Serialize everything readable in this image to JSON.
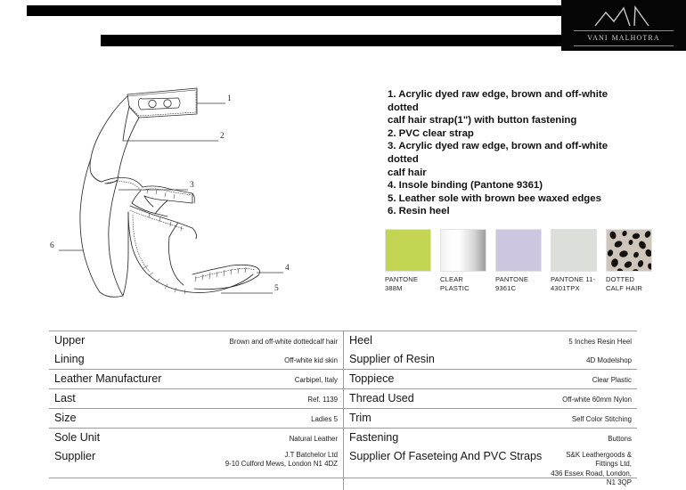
{
  "header": {
    "brand_name": "VANI MALHOTRA",
    "logo_mark": "zigzag-chevron-mark",
    "bar_color": "#000000"
  },
  "drawing": {
    "title": "shoe-technical-sketch",
    "callouts": [
      "1",
      "2",
      "3",
      "4",
      "5",
      "6"
    ]
  },
  "spec_list": {
    "items": [
      "1. Acrylic dyed raw edge, brown and off-white dotted",
      "calf hair strap(1\") with button fastening",
      "2. PVC clear strap",
      "3. Acrylic dyed raw edge, brown and off-white dotted",
      "calf hair",
      "4. Insole binding (Pantone 9361)",
      "5. Leather sole with brown bee waxed edges",
      "6. Resin heel"
    ]
  },
  "swatches": [
    {
      "name": "pantone-388m",
      "label": "PANTONE\n388M",
      "color": "#c3d553",
      "type": "solid"
    },
    {
      "name": "clear-plastic",
      "label": "CLEAR\nPLASTIC",
      "color": "#ffffff",
      "type": "gradient"
    },
    {
      "name": "pantone-9361c",
      "label": "PANTONE\n9361C",
      "color": "#ccc6e0",
      "type": "solid"
    },
    {
      "name": "pantone-11-4301tpx",
      "label": "PANTONE\n11-4301TPX",
      "color": "#dcdfd9",
      "type": "solid"
    },
    {
      "name": "dotted-calf-hair",
      "label": "DOTTED\nCALF HAIR",
      "color": "#cdc3b8",
      "type": "texture"
    }
  ],
  "table": {
    "left": [
      {
        "label": "Upper",
        "value": "Brown and off-white dottedcalf hair"
      },
      {
        "label": "Lining",
        "value": "Off-white kid skin"
      },
      {
        "label": "Leather Manufacturer",
        "value": "Carbipel, Italy"
      },
      {
        "label": "Last",
        "value": "Ref. 1139"
      },
      {
        "label": "Size",
        "value": "Ladies 5"
      },
      {
        "label": "Sole Unit",
        "value": "Natural Leather"
      },
      {
        "label": "Supplier",
        "value": "J.T Batchelor Ltd\n9-10 Culford Mews, London N1 4DZ"
      }
    ],
    "right": [
      {
        "label": "Heel",
        "value": "5 Inches Resin Heel"
      },
      {
        "label": "Supplier of Resin",
        "value": "4D Modelshop"
      },
      {
        "label": "Toppiece",
        "value": "Clear Plastic"
      },
      {
        "label": "Thread Used",
        "value": "Off-white 60mm Nylon"
      },
      {
        "label": "Trim",
        "value": "Self Color Stitching"
      },
      {
        "label": "Fastening",
        "value": "Buttons"
      },
      {
        "label": "Supplier Of Faseteing And PVC Straps",
        "value": "S&K Leathergoods & Fittings Ltd,\n436 Essex Road, London, N1 3QP"
      }
    ]
  }
}
